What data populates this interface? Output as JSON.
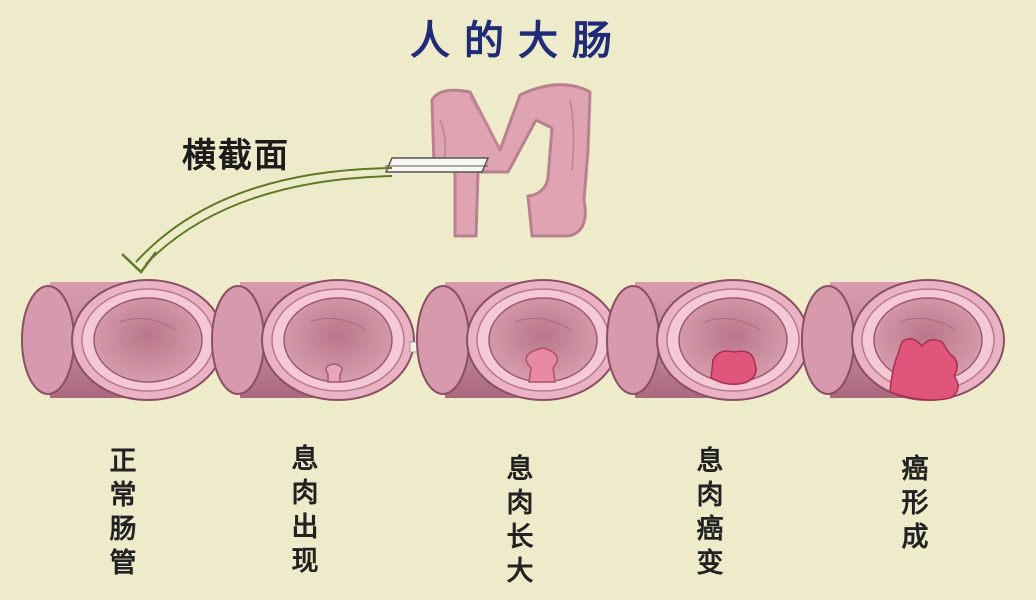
{
  "title": "人的大肠",
  "cross_section_label": "横截面",
  "stages": [
    {
      "lines": [
        "正",
        "常",
        "肠",
        "管"
      ]
    },
    {
      "lines": [
        "息",
        "肉",
        "出",
        "现"
      ]
    },
    {
      "lines": [
        "息",
        "肉",
        "长",
        "大"
      ]
    },
    {
      "lines": [
        "息",
        "肉",
        "癌",
        "变"
      ]
    },
    {
      "lines": [
        "癌",
        "形",
        "成"
      ]
    }
  ],
  "colors": {
    "background": "#edebc9",
    "title": "#1f2b7a",
    "tube_body": "#c8899f",
    "tube_ring": "#f0bccb",
    "tube_inner": "#c98a9c",
    "lesion": "#e0557a",
    "arrow": "#5e7a25"
  }
}
